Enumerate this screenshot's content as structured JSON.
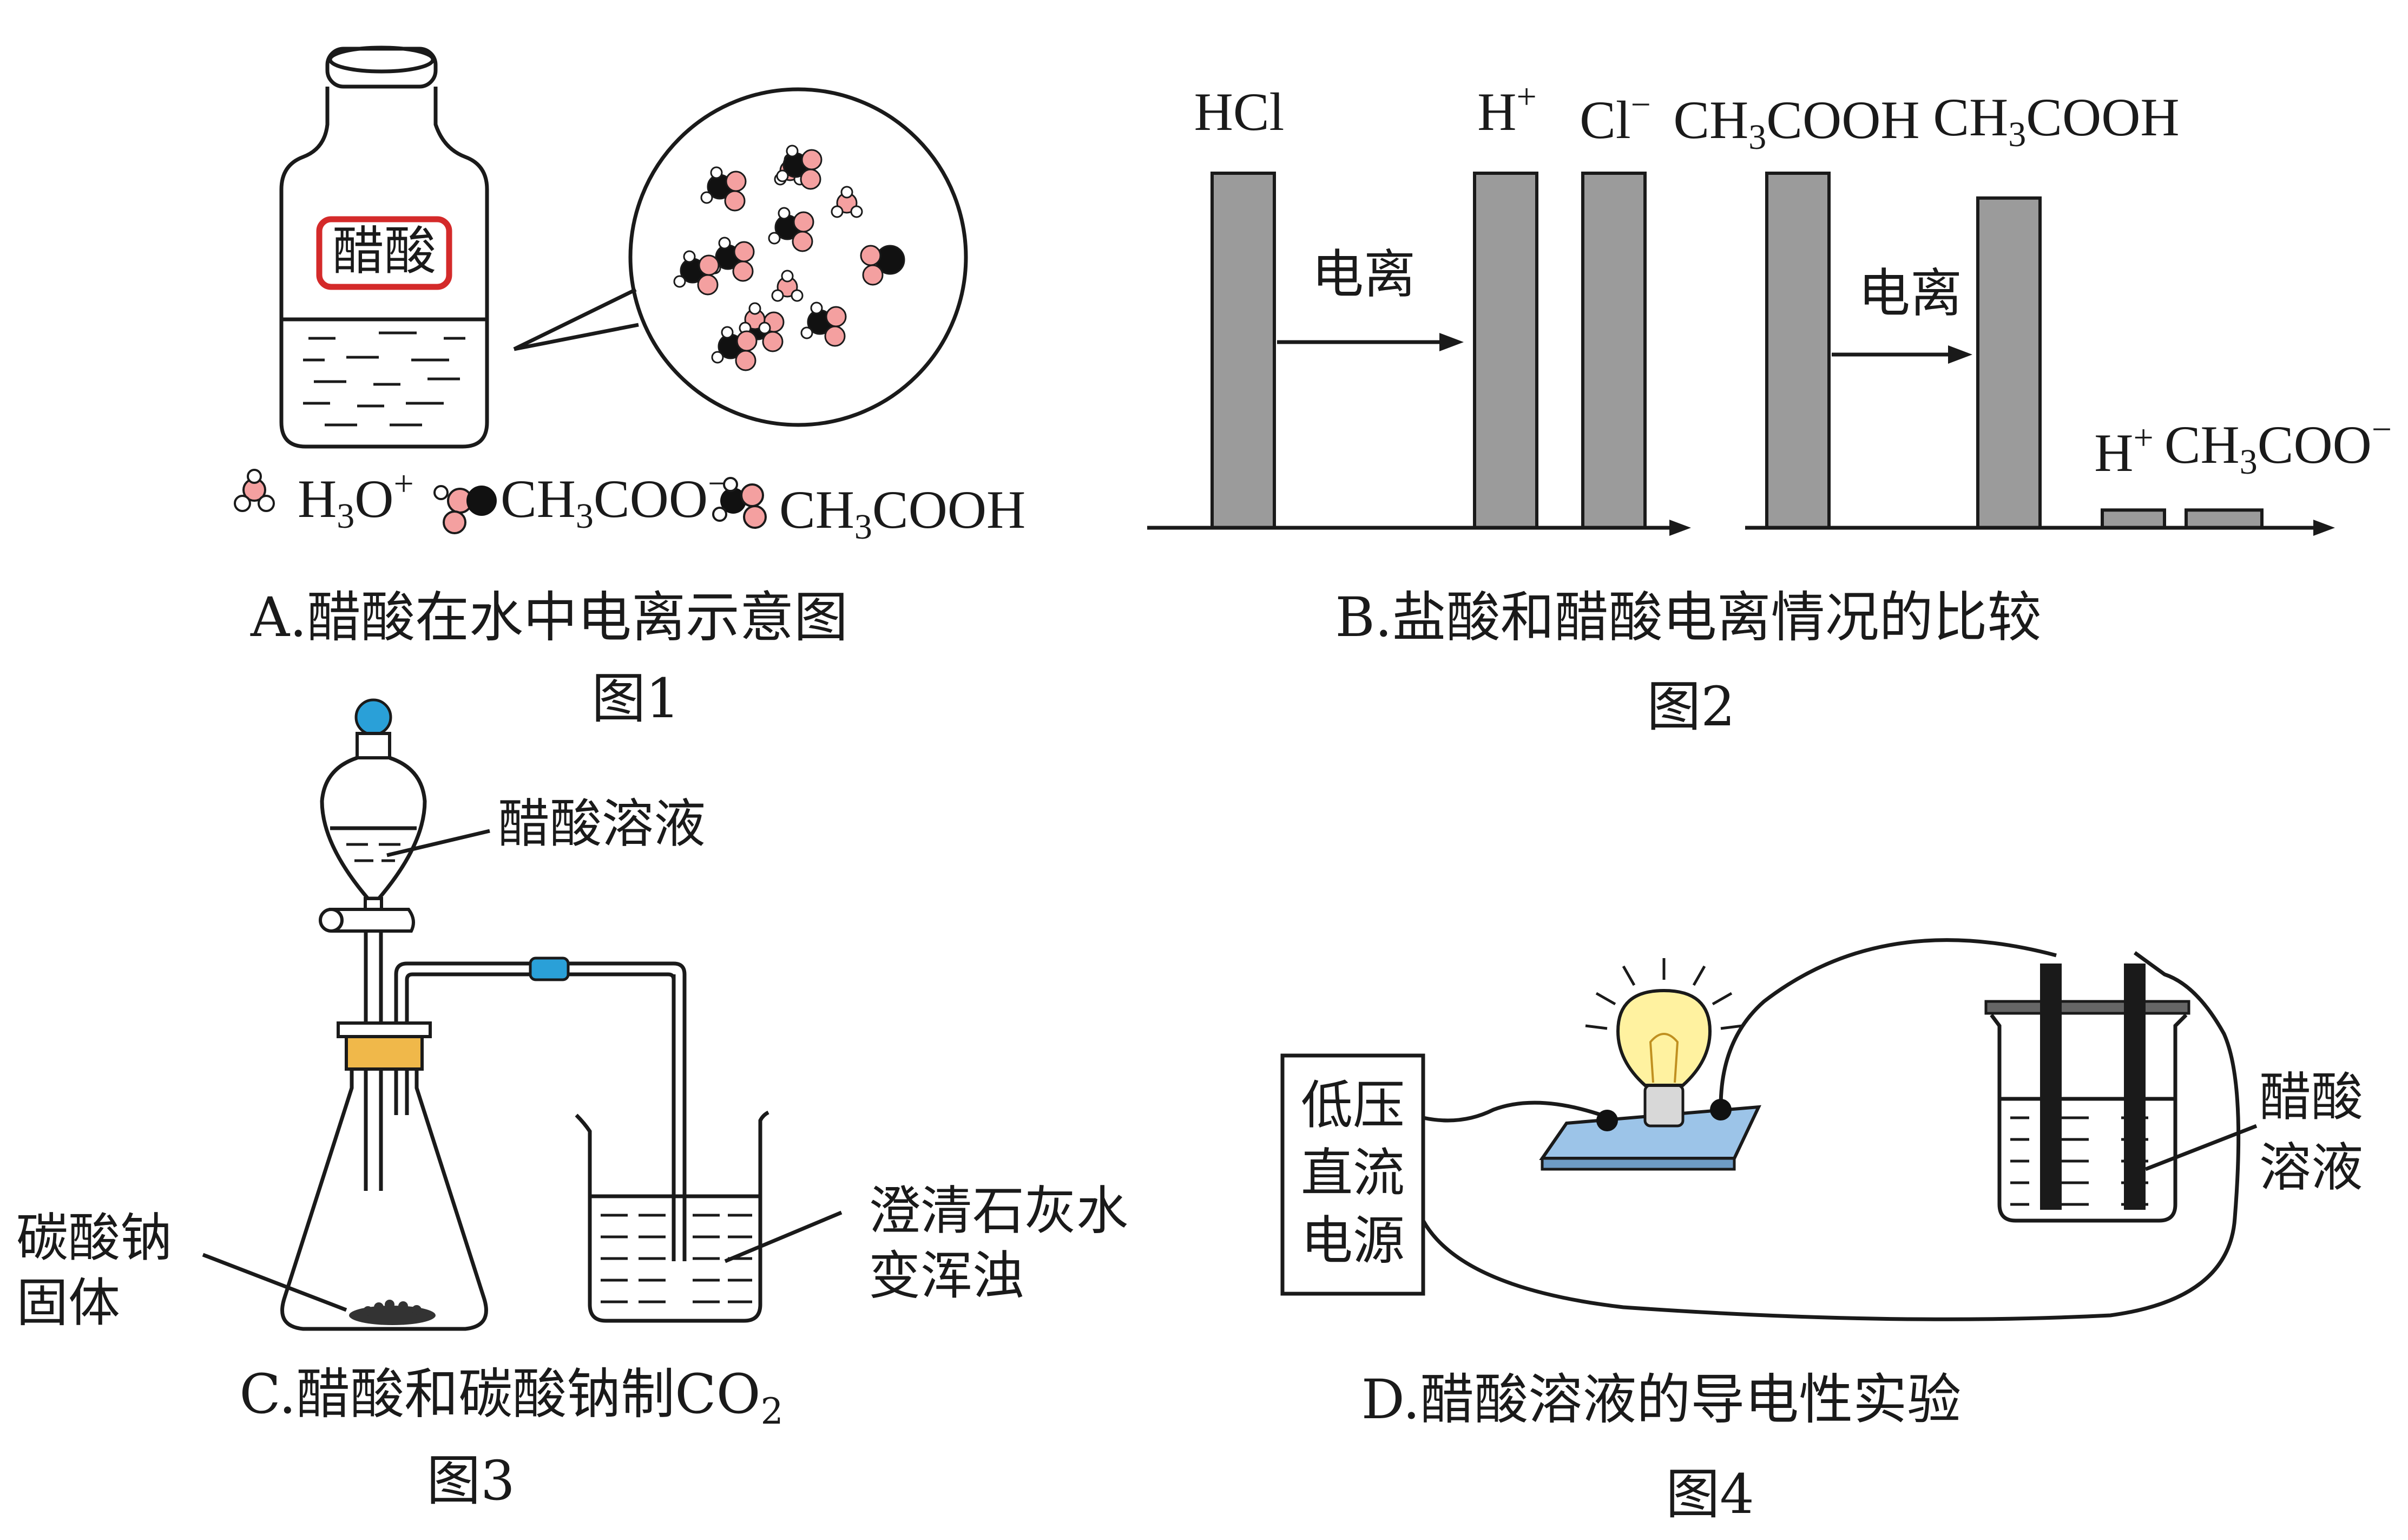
{
  "figure1": {
    "bottle_label": "醋酸",
    "legend": {
      "h3o": {
        "text": "H",
        "sub": "3",
        "rest": "O",
        "sup": "+"
      },
      "acetate": {
        "text": "CH",
        "sub": "3",
        "rest": "COO",
        "sup": "−"
      },
      "acetic_acid": {
        "text": "CH",
        "sub": "3",
        "rest": "COOH"
      }
    },
    "caption": "A.醋酸在水中电离示意图",
    "number": "图1"
  },
  "figure2": {
    "hcl": "HCl",
    "h_plus": {
      "text": "H",
      "sup": "+"
    },
    "cl_minus": {
      "text": "Cl",
      "sup": "−"
    },
    "acetic_left": {
      "text": "CH",
      "sub": "3",
      "rest": "COOH"
    },
    "acetic_right": {
      "text": "CH",
      "sub": "3",
      "rest": "COOH"
    },
    "h_plus_small": {
      "text": "H",
      "sup": "+"
    },
    "acetate": {
      "text": "CH",
      "sub": "3",
      "rest": "COO",
      "sup": "−"
    },
    "arrow_label_1": "电离",
    "arrow_label_2": "电离",
    "caption": "B.盐酸和醋酸电离情况的比较",
    "number": "图2",
    "bar_values": {
      "hcl": 1.0,
      "h_plus": 1.0,
      "cl_minus": 1.0,
      "acetic_before": 1.0,
      "acetic_after": 0.93,
      "h_plus_small": 0.05,
      "acetate_small": 0.05
    }
  },
  "figure3": {
    "funnel_label": "醋酸溶液",
    "solid_label_1": "碳酸钠",
    "solid_label_2": "固体",
    "beaker_label_1": "澄清石灰水",
    "beaker_label_2": "变浑浊",
    "caption": {
      "text": "C.醋酸和碳酸钠制CO",
      "sub": "2"
    },
    "number": "图3"
  },
  "figure4": {
    "power_1": "低压",
    "power_2": "直流",
    "power_3": "电源",
    "solution_1": "醋酸",
    "solution_2": "溶液",
    "caption": "D.醋酸溶液的导电性实验",
    "number": "图4"
  },
  "colors": {
    "bar_fill": "#9b9b9b",
    "label_red": "#d42a2a",
    "stopper_orange": "#f0b84a",
    "knob_blue": "#2aa0d8",
    "molecule_pink": "#f4a0a0",
    "bulb_yellow": "#fff2a0",
    "base_blue": "#9cc4e8"
  }
}
